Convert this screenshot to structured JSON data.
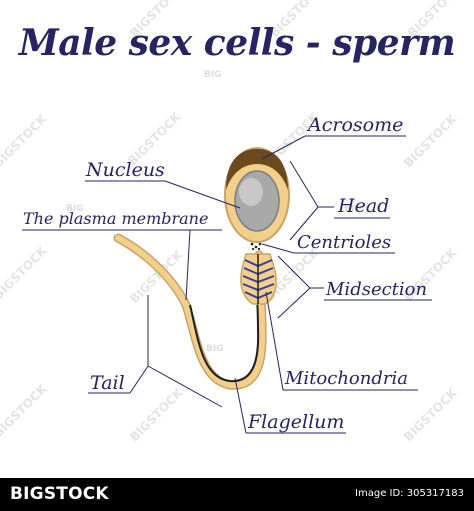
{
  "title": "Male sex cells - sperm",
  "labels": {
    "acrosome": "Acrosome",
    "nucleus": "Nucleus",
    "head": "Head",
    "plasma_membrane": "The plasma membrane",
    "centrioles": "Centrioles",
    "midsection": "Midsection",
    "mitochondria": "Mitochondria",
    "tail": "Tail",
    "flagellum": "Flagellum"
  },
  "watermark": {
    "text": "BIGSTOCK",
    "small": "BIG"
  },
  "footer": {
    "brand": "BIGSTOCK",
    "image_id": "Image ID: 305317183"
  },
  "colors": {
    "text": "#262462",
    "body_fill": "#f2d08c",
    "body_outline": "#c9a466",
    "nucleus": "#a9a9a9",
    "mitochondria": "#3a3d9e",
    "footer_bg": "#000000"
  }
}
